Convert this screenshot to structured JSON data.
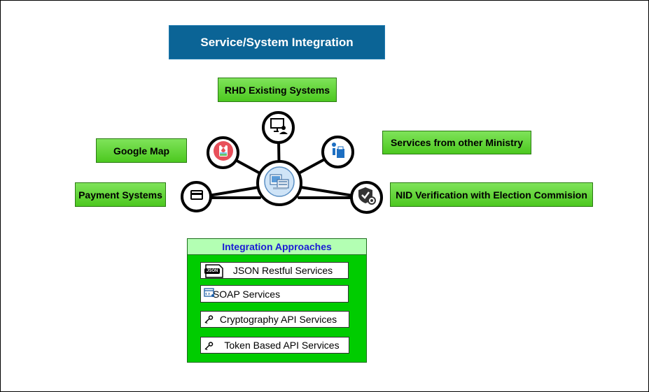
{
  "title": "Service/System Integration",
  "labels": {
    "rhd": "RHD Existing Systems",
    "google_map": "Google Map",
    "other_ministry": "Services from other Ministry",
    "payment": "Payment Systems",
    "nid": "NID Verification with Election Commision"
  },
  "integration": {
    "heading": "Integration Approaches",
    "json_badge": "JSON",
    "services": [
      "JSON Restful Services",
      "SOAP Services",
      "Cryptography API Services",
      "Token Based API Services"
    ]
  },
  "icons": {
    "hub": "computer-hub-icon",
    "rhd": "monitor-user-icon",
    "google_map": "map-app-icon",
    "other_ministry": "person-info-icon",
    "payment": "credit-card-icon",
    "nid": "shield-check-gear-icon"
  },
  "colors": {
    "title_bg": "#0b6496",
    "label_green": "#4cc81f",
    "panel_green": "#00cc00",
    "panel_head": "#b3ffb3",
    "heading_blue": "#1a1ad6",
    "map_red": "#e8505b"
  }
}
